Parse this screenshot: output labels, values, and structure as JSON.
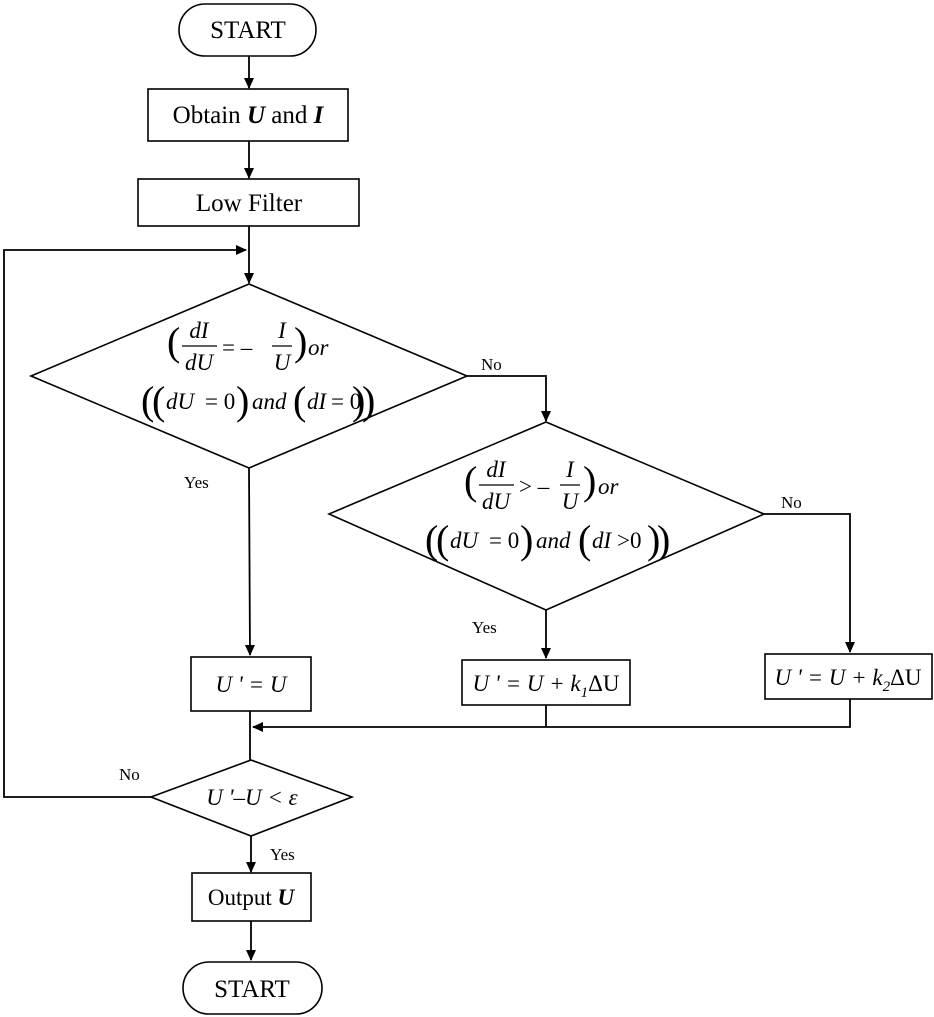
{
  "start_label": "START",
  "obtain": {
    "prefix": "Obtain ",
    "u": "U",
    "mid": " and ",
    "i": "I"
  },
  "filter_label": "Low Filter",
  "decision1": {
    "line1": {
      "num": "dI",
      "den": "dU",
      "eq": "= –",
      "num2": "I",
      "den2": "U",
      "or": "or"
    },
    "line2": {
      "a": "dU",
      "eq0": "= 0",
      "and": "and",
      "b": "dI",
      "eq0b": "= 0"
    }
  },
  "decision2": {
    "line1": {
      "num": "dI",
      "den": "dU",
      "gt": "> –",
      "num2": "I",
      "den2": "U",
      "or": "or"
    },
    "line2": {
      "a": "dU",
      "eq0": "= 0",
      "and": "and",
      "b": "dI",
      "gt0": ">0"
    }
  },
  "box_keep": "U ' = U",
  "box_k1": {
    "main": "U ' = U + k",
    "sub": "1",
    "tail": "ΔU"
  },
  "box_k2": {
    "main": "U ' = U + k",
    "sub": "2",
    "tail": "ΔU"
  },
  "decision3": "U '–U < ε",
  "output": {
    "prefix": "Output ",
    "u": "U"
  },
  "end_label": "START",
  "edge_labels": {
    "yes": "Yes",
    "no": "No"
  }
}
